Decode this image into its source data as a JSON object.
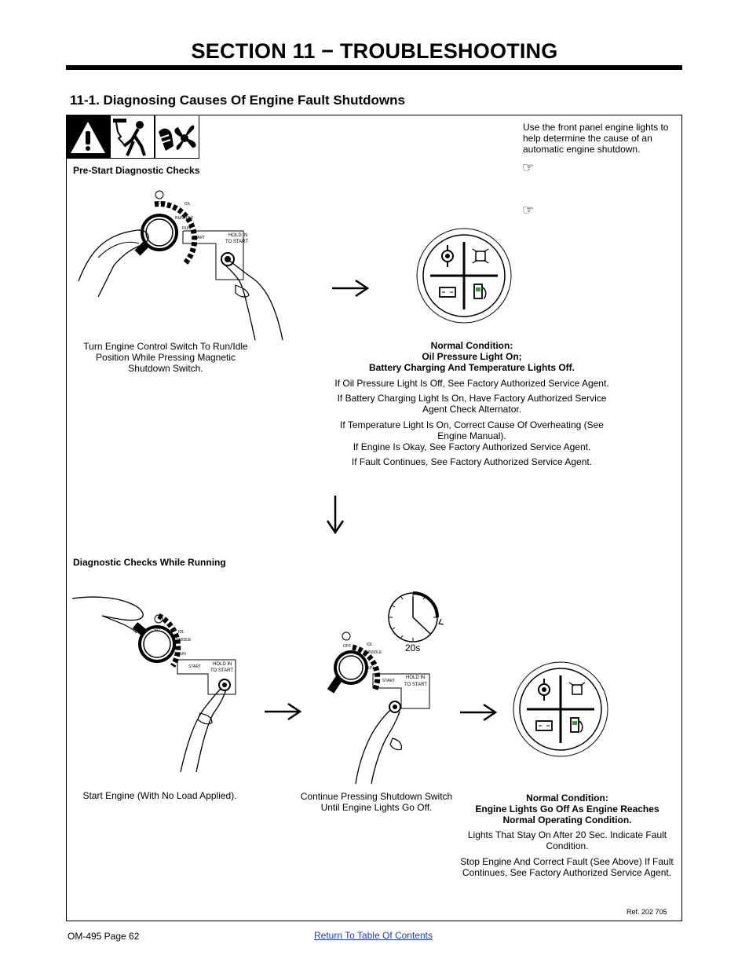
{
  "section_title": "SECTION 11 − TROUBLESHOOTING",
  "subsection_title": "11-1. Diagnosing Causes Of Engine Fault Shutdowns",
  "intro_text": "Use the front panel engine lights to help determine the cause of an automatic engine shutdown.",
  "labels": {
    "pre_start": "Pre-Start Diagnostic Checks",
    "while_running": "Diagnostic Checks While Running"
  },
  "panel_text": {
    "off": "OFF",
    "idle": "IDL",
    "run_idle": "RUN/IDLE",
    "run": "RUN",
    "start": "START",
    "hold_in_1": "HOLD IN",
    "hold_in_2": "TO START"
  },
  "timer_label": "20s",
  "step1": {
    "caption": "Turn Engine Control Switch To Run/Idle Position While Pressing Magnetic Shutdown Switch."
  },
  "step2": {
    "heading_1": "Normal Condition:",
    "heading_2": "Oil Pressure Light On;",
    "heading_3": "Battery Charging And Temperature Lights Off.",
    "line_1": "If Oil Pressure Light Is Off, See Factory Authorized Service Agent.",
    "line_2": "If Battery Charging Light Is On, Have Factory Authorized Service Agent Check Alternator.",
    "line_3a": "If Temperature Light Is On, Correct Cause Of Overheating (See Engine Manual).",
    "line_3b": "If Engine Is Okay, See Factory Authorized Service Agent.",
    "line_4": "If Fault Continues, See Factory Authorized Service Agent."
  },
  "step3": {
    "caption": "Start Engine (With No Load Applied)."
  },
  "step4": {
    "caption": "Continue Pressing Shutdown Switch Until Engine Lights Go Off."
  },
  "step5": {
    "heading_1": "Normal Condition:",
    "heading_2": "Engine Lights Go Off As Engine Reaches Normal Operating Condition.",
    "line_1": "Lights That Stay On After 20 Sec. Indicate Fault Condition.",
    "line_2": "Stop Engine And Correct Fault (See Above) If Fault Continues, See Factory Authorized Service Agent."
  },
  "ref": "Ref. 202 705",
  "footer": {
    "page": "OM-495 Page 62",
    "link": "Return To Table Of Contents"
  }
}
